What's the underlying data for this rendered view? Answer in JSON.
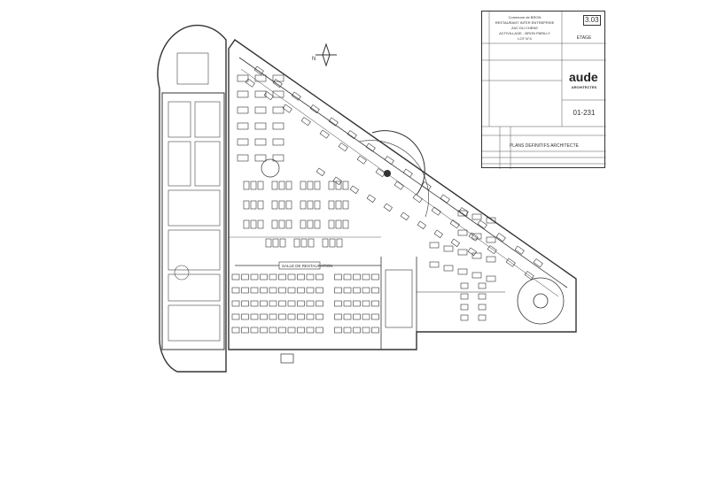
{
  "title_block": {
    "project_lines": [
      "Commune de BRON",
      "RESTAURANT INTER ENTREPRISE",
      "ZAC DU CHENE",
      "ACTIVILLAGE - BRON PARILLY",
      "LOT N°4"
    ],
    "sheet_number": "3.03",
    "level": "ETAGE",
    "firm_logo": "aude",
    "firm_subtitle": "ARCHITECTES",
    "project_code": "01-231",
    "phase": "PLANS DEFINITIFS ARCHITECTE"
  },
  "plan": {
    "room_label": "SALLE DE RESTAURATION",
    "north_label": "N",
    "colors": {
      "ink": "#333333",
      "paper": "#ffffff"
    }
  }
}
